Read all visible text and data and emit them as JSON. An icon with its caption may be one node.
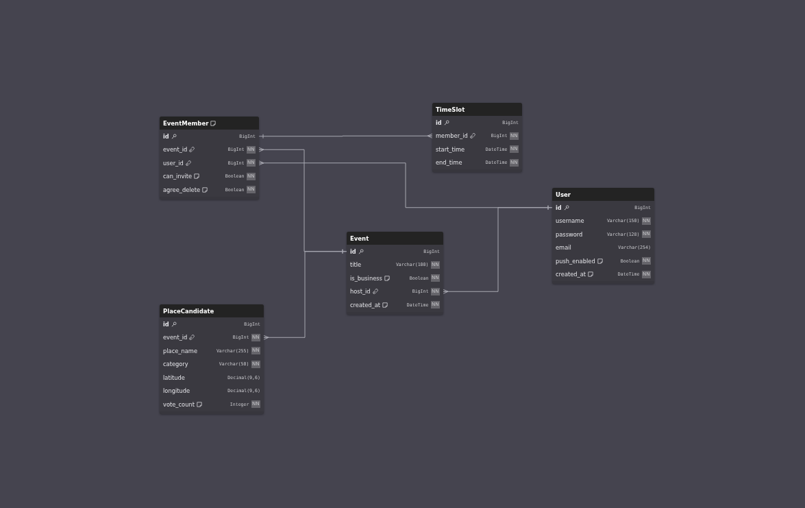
{
  "diagram": {
    "nodes": [
      {
        "text": [
          "EventMember"
        ]
      },
      {
        "text": [
          "id",
          "BigInt"
        ],
        "in": 0
      },
      {
        "text": [
          "event_id",
          "BigInt",
          "NN"
        ],
        "in": 0
      },
      {
        "text": [
          "user_id",
          "BigInt",
          "NN"
        ],
        "in": 0
      },
      {
        "text": [
          "can_invite",
          "Boolean",
          "NN"
        ],
        "in": 0
      },
      {
        "text": [
          "agree_delete",
          "Boolean",
          "NN"
        ],
        "in": 0
      },
      {
        "text": [
          "TimeSlot"
        ]
      },
      {
        "text": [
          "id",
          "BigInt"
        ],
        "in": 6
      },
      {
        "text": [
          "member_id",
          "BigInt",
          "NN"
        ],
        "in": 6
      },
      {
        "text": [
          "start_time",
          "DateTime",
          "NN"
        ],
        "in": 6
      },
      {
        "text": [
          "end_time",
          "DateTime",
          "NN"
        ],
        "in": 6
      },
      {
        "text": [
          "User"
        ]
      },
      {
        "text": [
          "id",
          "BigInt"
        ],
        "in": 11
      },
      {
        "text": [
          "username",
          "Varchar(150)",
          "NN"
        ],
        "in": 11
      },
      {
        "text": [
          "password",
          "Varchar(128)",
          "NN"
        ],
        "in": 11
      },
      {
        "text": [
          "email",
          "Varchar(254)"
        ],
        "in": 11
      },
      {
        "text": [
          "push_enabled",
          "Boolean",
          "NN"
        ],
        "in": 11
      },
      {
        "text": [
          "created_at",
          "DateTime",
          "NN"
        ],
        "in": 11
      },
      {
        "text": [
          "Event"
        ]
      },
      {
        "text": [
          "id",
          "BigInt"
        ],
        "in": 18
      },
      {
        "text": [
          "title",
          "Varchar(100)",
          "NN"
        ],
        "in": 18
      },
      {
        "text": [
          "is_business",
          "Boolean",
          "NN"
        ],
        "in": 18
      },
      {
        "text": [
          "host_id",
          "BigInt",
          "NN"
        ],
        "in": 18
      },
      {
        "text": [
          "created_at",
          "DateTime",
          "NN"
        ],
        "in": 18
      },
      {
        "text": [
          "PlaceCandidate"
        ]
      },
      {
        "text": [
          "id",
          "BigInt"
        ],
        "in": 24
      },
      {
        "text": [
          "event_id",
          "BigInt",
          "NN"
        ],
        "in": 24
      },
      {
        "text": [
          "place_name",
          "Varchar(255)",
          "NN"
        ],
        "in": 24
      },
      {
        "text": [
          "category",
          "Varchar(50)",
          "NN"
        ],
        "in": 24
      },
      {
        "text": [
          "latitude",
          "Decimal(9,6)"
        ],
        "in": 24
      },
      {
        "text": [
          "longitude",
          "Decimal(9,6)"
        ],
        "in": 24
      },
      {
        "text": [
          "vote_count",
          "Integer",
          "NN"
        ],
        "in": 24
      }
    ],
    "edges": [
      {
        "from": 1,
        "to": 8,
        "arrow": "other"
      },
      {
        "from": 19,
        "to": 2,
        "arrow": "other"
      },
      {
        "from": 19,
        "to": 26,
        "arrow": "other"
      },
      {
        "from": 12,
        "to": 3,
        "arrow": "other"
      },
      {
        "from": 12,
        "to": 22,
        "arrow": "other"
      }
    ]
  }
}
